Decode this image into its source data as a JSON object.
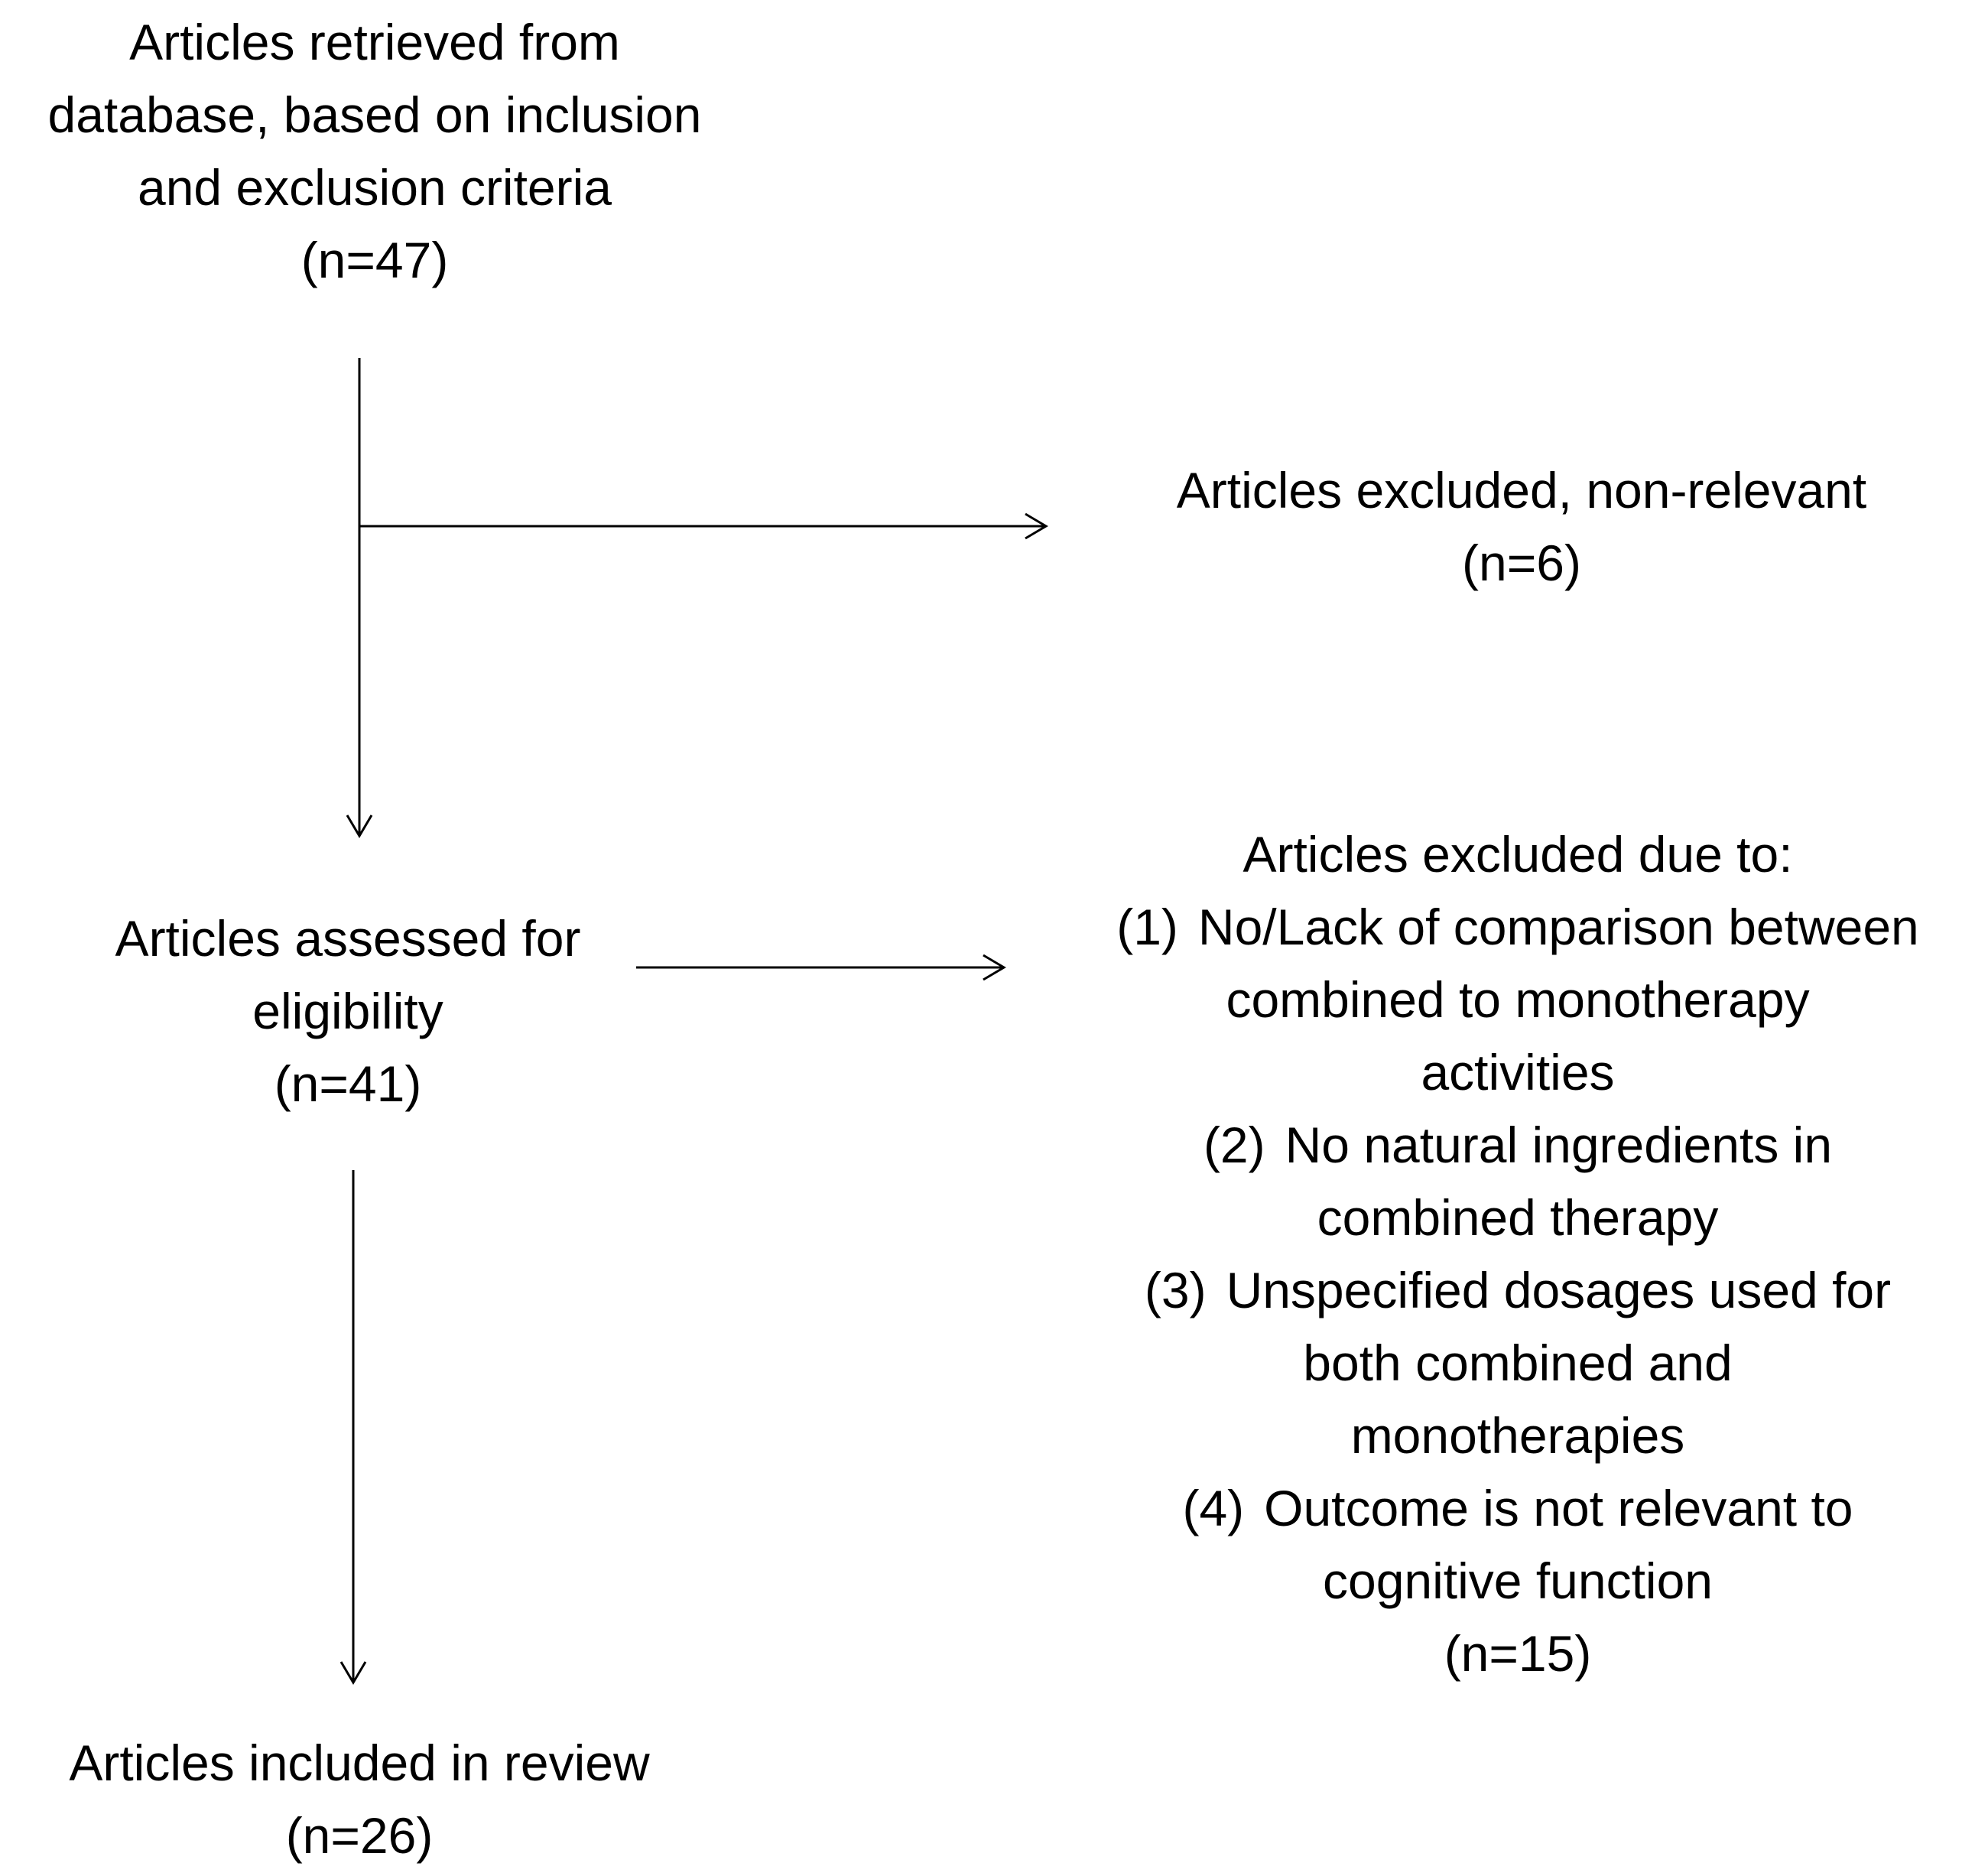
{
  "nodes": {
    "retrieved": {
      "lines": [
        "Articles retrieved from",
        "database, based on inclusion",
        "and exclusion criteria",
        "(n=47)"
      ]
    },
    "excluded_nonrelevant": {
      "lines": [
        "Articles excluded, non-relevant",
        "(n=6)"
      ]
    },
    "assessed": {
      "lines": [
        "Articles assessed for",
        "eligibility",
        "(n=41)"
      ]
    },
    "excluded_reasons": {
      "heading": "Articles excluded due to:",
      "reasons": [
        {
          "num": "(1)",
          "lines": [
            "No/Lack of comparison between",
            "combined to monotherapy",
            "activities"
          ]
        },
        {
          "num": "(2)",
          "lines": [
            "No natural ingredients in",
            "combined therapy"
          ]
        },
        {
          "num": "(3)",
          "lines": [
            "Unspecified dosages used for",
            "both combined and",
            "monotherapies"
          ]
        },
        {
          "num": "(4)",
          "lines": [
            "Outcome is not relevant to",
            "cognitive function"
          ]
        }
      ],
      "count": "(n=15)"
    },
    "included": {
      "lines": [
        "Articles included in review",
        "(n=26)"
      ]
    }
  }
}
